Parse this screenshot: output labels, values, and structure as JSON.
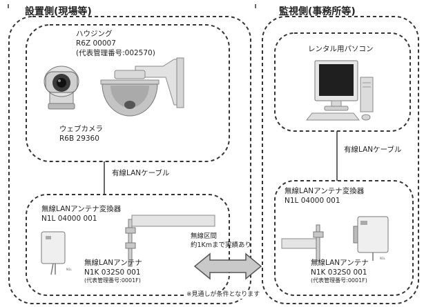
{
  "left_panel": {
    "title": "設置側(現場等)",
    "housing": {
      "line1": "ハウジング",
      "line2": "R6Z 00007",
      "line3": "(代表管理番号:002570)"
    },
    "camera": {
      "line1": "ウェブカメラ",
      "line2": "R6B 29360"
    },
    "cable_label": "有線LANケーブル",
    "converter": {
      "line1": "無線LANアンテナ変換器",
      "line2": "N1L 04000 001"
    },
    "antenna": {
      "line1": "無線LANアンテナ",
      "line2": "N1K 032S0 001",
      "line3": "(代表管理番号:0001F)"
    }
  },
  "right_panel": {
    "title": "監視側(事務所等)",
    "pc_label": "レンタル用パソコン",
    "cable_label": "有線LANケーブル",
    "converter": {
      "line1": "無線LANアンテナ変換器",
      "line2": "N1L 04000 001"
    },
    "antenna": {
      "line1": "無線LANアンテナ",
      "line2": "N1K 032S0 001",
      "line3": "(代表管理番号:0001F)"
    }
  },
  "wireless_link": {
    "line1": "無線区間",
    "line2": "約1Kmまで実績あり"
  },
  "footnote": "※見通しが条件となります",
  "colors": {
    "border": "#333333",
    "arrow_fill": "#c9c9c9",
    "arrow_stroke": "#555555"
  },
  "icons": [
    "ptz-camera-icon",
    "dome-camera-icon",
    "desktop-pc-icon",
    "converter-box-icon",
    "antenna-pole-icon",
    "double-arrow-icon"
  ]
}
